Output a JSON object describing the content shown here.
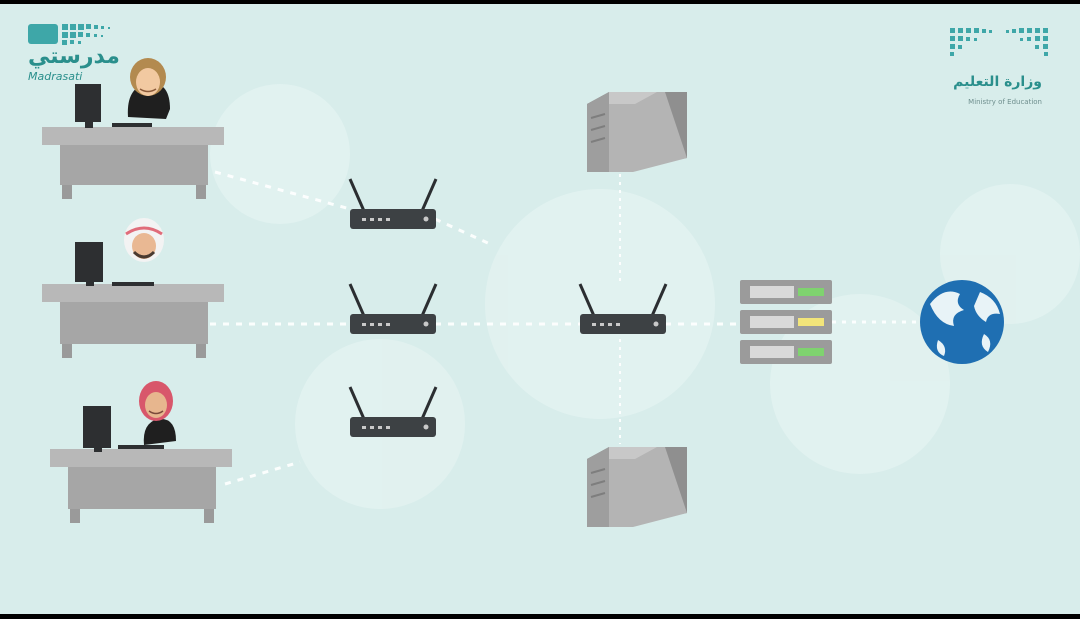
{
  "branding": {
    "left_logo_arabic": "مدرستي",
    "left_logo_latin": "Madrasati",
    "right_logo_arabic": "وزارة التعليم",
    "right_logo_english": "Ministry of Education"
  },
  "diagram": {
    "nodes": [
      {
        "id": "desk-1",
        "kind": "workstation",
        "user": "woman with blond hair"
      },
      {
        "id": "desk-2",
        "kind": "workstation",
        "user": "man with ghutra"
      },
      {
        "id": "desk-3",
        "kind": "workstation",
        "user": "woman with pink hijab"
      },
      {
        "id": "router-1",
        "kind": "wireless-router"
      },
      {
        "id": "router-2",
        "kind": "wireless-router"
      },
      {
        "id": "router-3",
        "kind": "wireless-router"
      },
      {
        "id": "router-4",
        "kind": "wireless-router"
      },
      {
        "id": "server-top",
        "kind": "tower-server"
      },
      {
        "id": "server-bottom",
        "kind": "tower-server"
      },
      {
        "id": "rack",
        "kind": "rack-server"
      },
      {
        "id": "globe",
        "kind": "internet"
      }
    ],
    "links": [
      [
        "desk-1",
        "router-1"
      ],
      [
        "desk-2",
        "router-2"
      ],
      [
        "desk-3",
        "router-3"
      ],
      [
        "router-1",
        "router-4"
      ],
      [
        "router-2",
        "router-4"
      ],
      [
        "router-4",
        "server-top"
      ],
      [
        "router-4",
        "server-bottom"
      ],
      [
        "router-4",
        "rack"
      ],
      [
        "rack",
        "globe"
      ]
    ]
  },
  "colors": {
    "background": "#d8edeb",
    "desk": "#a9a9a9",
    "desk_top": "#b9b9b9",
    "router": "#3d4144",
    "server": "#9a9a9a",
    "globe_ocean": "#1f6fb2",
    "globe_land": "#e8f3f7",
    "brand_teal": "#2a8f8c"
  }
}
